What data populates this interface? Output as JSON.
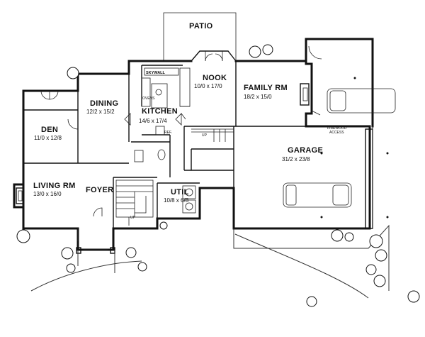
{
  "rooms": {
    "patio": {
      "name": "PATIO"
    },
    "nook": {
      "name": "NOOK",
      "dims": "10/0 x 17/0"
    },
    "family": {
      "name": "FAMILY RM",
      "dims": "18/2 x 15/0"
    },
    "dining": {
      "name": "DINING",
      "dims": "12/2 x 15/2"
    },
    "kitchen": {
      "name": "KITCHEN",
      "dims": "14/6 x 17/4"
    },
    "den": {
      "name": "DEN",
      "dims": "11/0 x 12/8"
    },
    "living": {
      "name": "LIVING RM",
      "dims": "13/0 x 16/0"
    },
    "foyer": {
      "name": "FOYER"
    },
    "util": {
      "name": "UTIL",
      "dims": "10/8 x 6/8"
    },
    "garage": {
      "name": "GARAGE",
      "dims": "31/2 x 23/8"
    }
  },
  "labels": {
    "skywall": "SKYWALL",
    "ovens": "OVENS",
    "ref": "REF.",
    "up_main": "UP",
    "up_foyer": "UP",
    "firewood_1": "FIREWOOD",
    "firewood_2": "ACCESS"
  },
  "colors": {
    "line": "#111111",
    "background": "#ffffff"
  }
}
